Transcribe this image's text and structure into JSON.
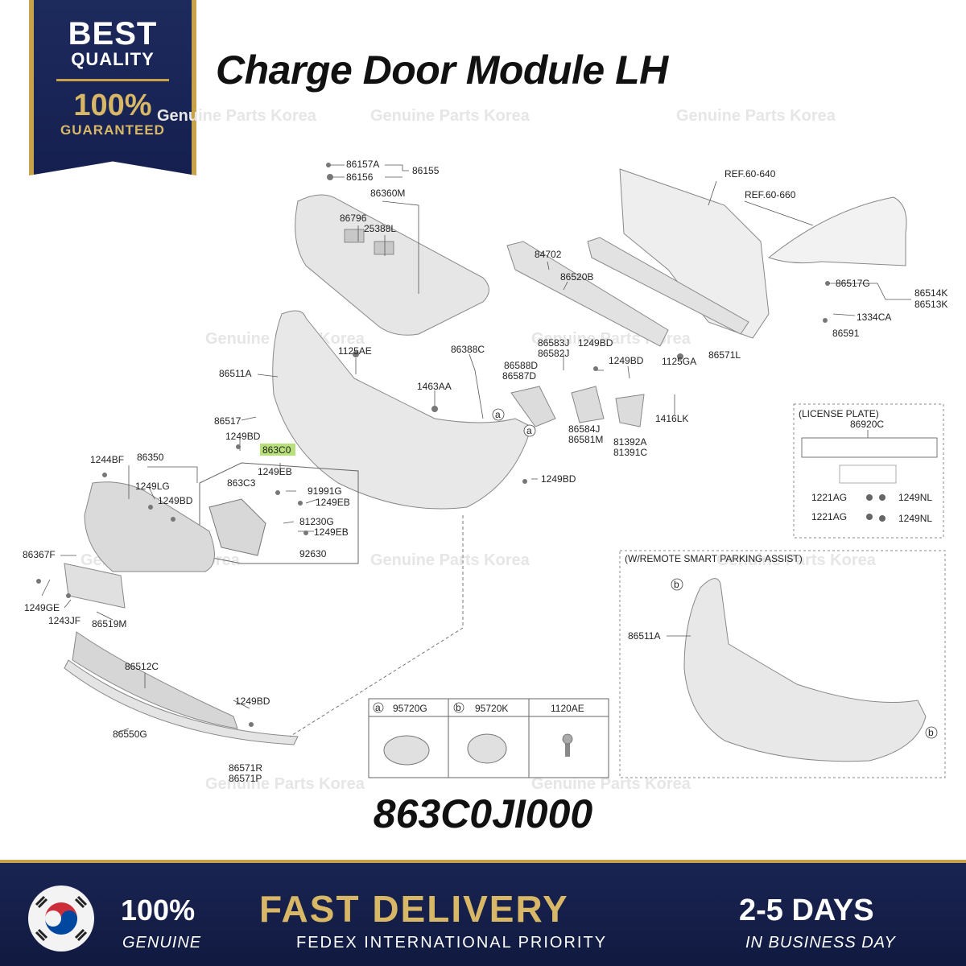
{
  "badge": {
    "line1": "BEST",
    "line2": "QUALITY",
    "line3": "100%",
    "line4": "GUARANTEED"
  },
  "title": "Charge Door Module LH",
  "watermark": "Genuine Parts Korea",
  "part_number": "863C0JI000",
  "highlight_color": "#b8e07a",
  "labels": {
    "l86157A": "86157A",
    "l86156": "86156",
    "l86155": "86155",
    "l86360M": "86360M",
    "l86796": "86796",
    "l25388L": "25388L",
    "lREF640": "REF.60-640",
    "lREF660": "REF.60-660",
    "l84702": "84702",
    "l86520B": "86520B",
    "l86517G": "86517G",
    "l86514K": "86514K",
    "l86513K": "86513K",
    "l1334CA": "1334CA",
    "l86591": "86591",
    "l1125AE": "1125AE",
    "l86511A": "86511A",
    "l86388C": "86388C",
    "l86583J": "86583J",
    "l86582J": "86582J",
    "l1249BD_a": "1249BD",
    "l86588D": "86588D",
    "l86587D": "86587D",
    "l1249BD_b": "1249BD",
    "l1125GA": "1125GA",
    "l86571L": "86571L",
    "l1463AA": "1463AA",
    "l86517": "86517",
    "l1249BD_c": "1249BD",
    "l863C0": "863C0",
    "l1249EB_a": "1249EB",
    "l863C3": "863C3",
    "l91991G": "91991G",
    "l1249EB_b": "1249EB",
    "l81230G": "81230G",
    "l1249EB_c": "1249EB",
    "l92630": "92630",
    "l86584J": "86584J",
    "l86581M": "86581M",
    "l81392A": "81392A",
    "l81391C": "81391C",
    "l1416LK": "1416LK",
    "l1249BD_d": "1249BD",
    "l1244BF": "1244BF",
    "l86350": "86350",
    "l1249LG": "1249LG",
    "l1249BD_e": "1249BD",
    "l86367F": "86367F",
    "l1249GE": "1249GE",
    "l1243JF": "1243JF",
    "l86519M": "86519M",
    "l86512C": "86512C",
    "l1249BD_f": "1249BD",
    "l86550G": "86550G",
    "l86571R": "86571R",
    "l86571P": "86571P",
    "lLicense": "(LICENSE PLATE)",
    "l86920C": "86920C",
    "l1221AG_a": "1221AG",
    "l1249NL_a": "1249NL",
    "l1221AG_b": "1221AG",
    "l1249NL_b": "1249NL",
    "lRemote": "(W/REMOTE SMART PARKING ASSIST)",
    "l86511A_b": "86511A",
    "ca": "a",
    "cb": "b",
    "legend_a": "95720G",
    "legend_b": "95720K",
    "legend_c": "1120AE"
  },
  "footer": {
    "genuine_big": "100%",
    "genuine_small": "GENUINE",
    "fast": "FAST DELIVERY",
    "fedex": "FEDEX INTERNATIONAL PRIORITY",
    "days": "2-5 DAYS",
    "business": "IN BUSINESS DAY"
  }
}
